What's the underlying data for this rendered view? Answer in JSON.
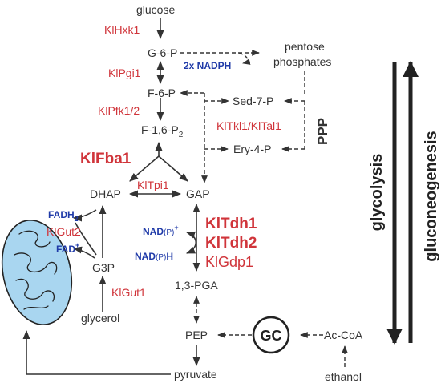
{
  "colors": {
    "metabolite": "#333333",
    "enzyme": "#d0343a",
    "cofactor": "#1f3aa8",
    "mitochondrion_fill": "#a9d6f0",
    "arrows": "#333333"
  },
  "metabolites": {
    "glucose": "glucose",
    "g6p": "G-6-P",
    "pentose_line1": "pentose",
    "pentose_line2": "phosphates",
    "f6p": "F-6-P",
    "sed7p": "Sed-7-P",
    "f16p2_base": "F-1,6-P",
    "f16p2_sub": "2",
    "ery4p": "Ery-4-P",
    "dhap": "DHAP",
    "gap": "GAP",
    "g3p": "G3P",
    "pga": "1,3-PGA",
    "glycerol": "glycerol",
    "pep": "PEP",
    "acoa": "Ac-CoA",
    "pyruvate": "pyruvate",
    "ethanol": "ethanol"
  },
  "enzymes": {
    "hxk1": "KlHxk1",
    "pgi1": "KlPgi1",
    "pfk12": "KlPfk1/2",
    "fba1": "KlFba1",
    "tkl_tal": "KlTkl1/KlTal1",
    "tpi1": "KlTpi1",
    "gut2": "KlGut2",
    "tdh1": "KlTdh1",
    "tdh2": "KlTdh2",
    "gdp1": "KlGdp1",
    "gut1": "KlGut1"
  },
  "cofactors": {
    "nadph": "2x NADPH",
    "fadh2_base": "FADH",
    "fadh2_sub": "2",
    "fad_base": "FAD",
    "fad_sup": "+",
    "nadp_plus_a": "NAD",
    "nadp_plus_b": "(P)",
    "nadp_plus_sup": "+",
    "nadph_a": "NAD",
    "nadph_b": "(P)",
    "nadph_c": "H"
  },
  "labels": {
    "ppp": "PPP",
    "gc": "GC",
    "glycolysis": "glycolysis",
    "gluconeogenesis": "gluconeogenesis"
  }
}
